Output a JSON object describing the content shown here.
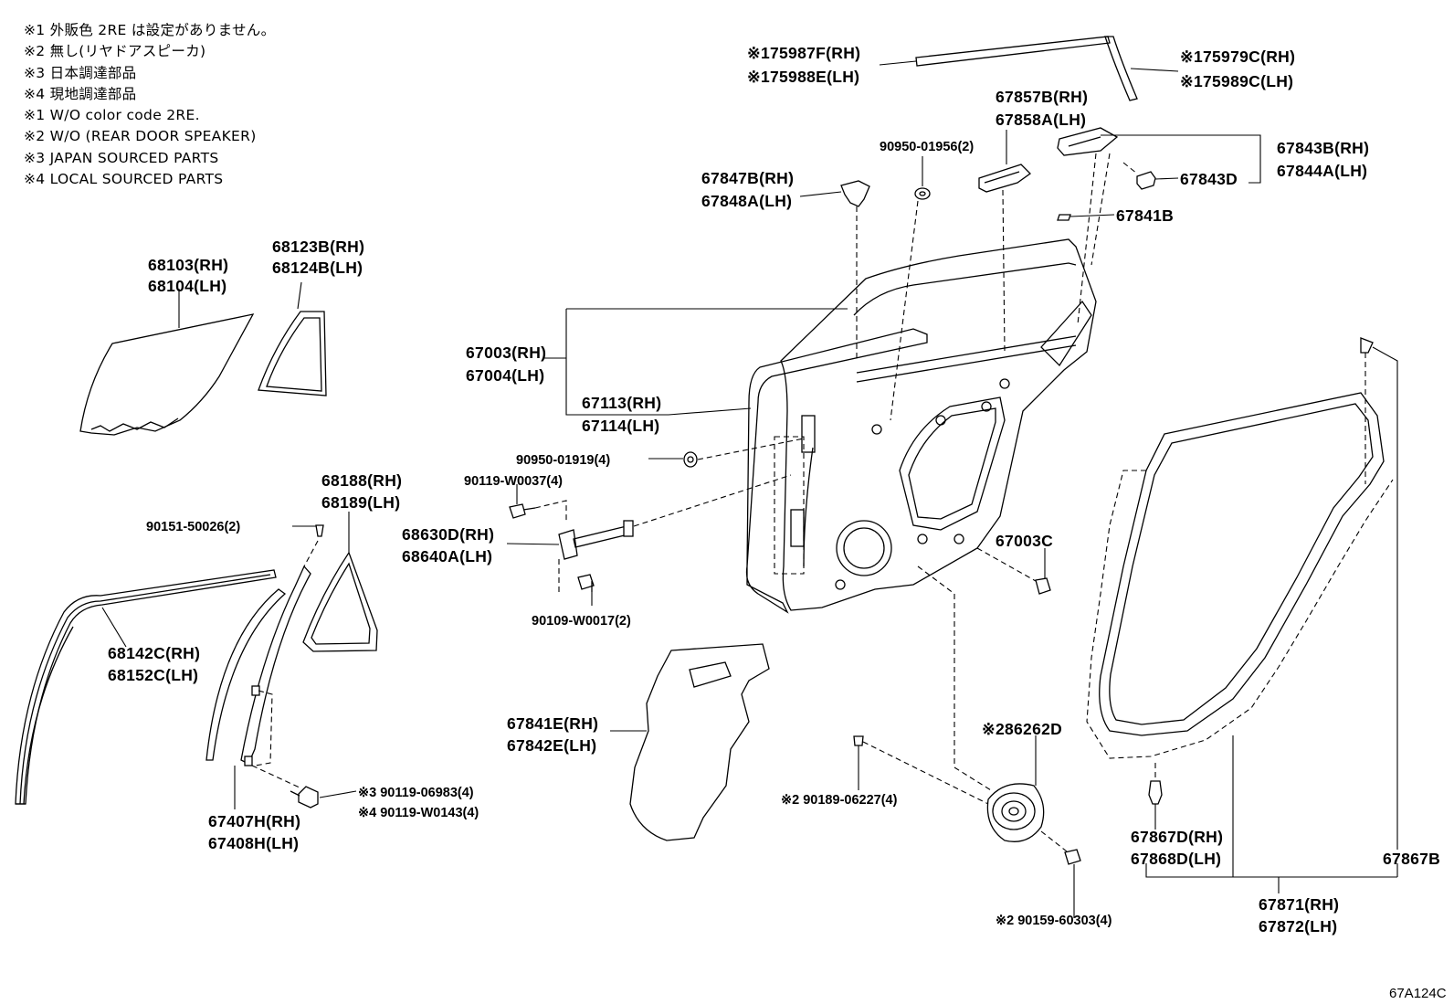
{
  "notes": [
    "※1 外販色 2RE は設定がありません。",
    "※2 無し(リヤドアスピーカ)",
    "※3 日本調達部品",
    "※4 現地調達部品",
    "※1 W/O color code 2RE.",
    "※2 W/O (REAR DOOR SPEAKER)",
    "※3 JAPAN SOURCED PARTS",
    "※4 LOCAL SOURCED PARTS"
  ],
  "labels": {
    "p75987F": "※175987F(RH)",
    "p75988E": "※175988E(LH)",
    "p75979C": "※175979C(RH)",
    "p75989C": "※175989C(LH)",
    "p67857B": "67857B(RH)",
    "p67858A": "67858A(LH)",
    "p90950_01956": "90950-01956(2)",
    "p67843B": "67843B(RH)",
    "p67844A": "67844A(LH)",
    "p67843D": "67843D",
    "p67847B": "67847B(RH)",
    "p67848A": "67848A(LH)",
    "p67841B": "67841B",
    "p68123B": "68123B(RH)",
    "p68124B": "68124B(LH)",
    "p68103": "68103(RH)",
    "p68104": "68104(LH)",
    "p67003": "67003(RH)",
    "p67004": "67004(LH)",
    "p67113": "67113(RH)",
    "p67114": "67114(LH)",
    "p90950_01919": "90950-01919(4)",
    "p90119_W0037": "90119-W0037(4)",
    "p68188": "68188(RH)",
    "p68189": "68189(LH)",
    "p90151_50026": "90151-50026(2)",
    "p68630D": "68630D(RH)",
    "p68640A": "68640A(LH)",
    "p67003C": "67003C",
    "p90109_W0017": "90109-W0017(2)",
    "p68142C": "68142C(RH)",
    "p68152C": "68152C(LH)",
    "p67841E": "67841E(RH)",
    "p67842E": "67842E(LH)",
    "p86262D": "※286262D",
    "p90119_06983": "※3 90119-06983(4)",
    "p90119_W0143": "※4 90119-W0143(4)",
    "p90189_06227": "※2 90189-06227(4)",
    "p67407H": "67407H(RH)",
    "p67408H": "67408H(LH)",
    "p67867D": "67867D(RH)",
    "p67868D": "67868D(LH)",
    "p67867B": "67867B",
    "p67871": "67871(RH)",
    "p67872": "67872(LH)",
    "p90159_60303": "※2 90159-60303(4)",
    "figure_ref": "67A124C"
  }
}
